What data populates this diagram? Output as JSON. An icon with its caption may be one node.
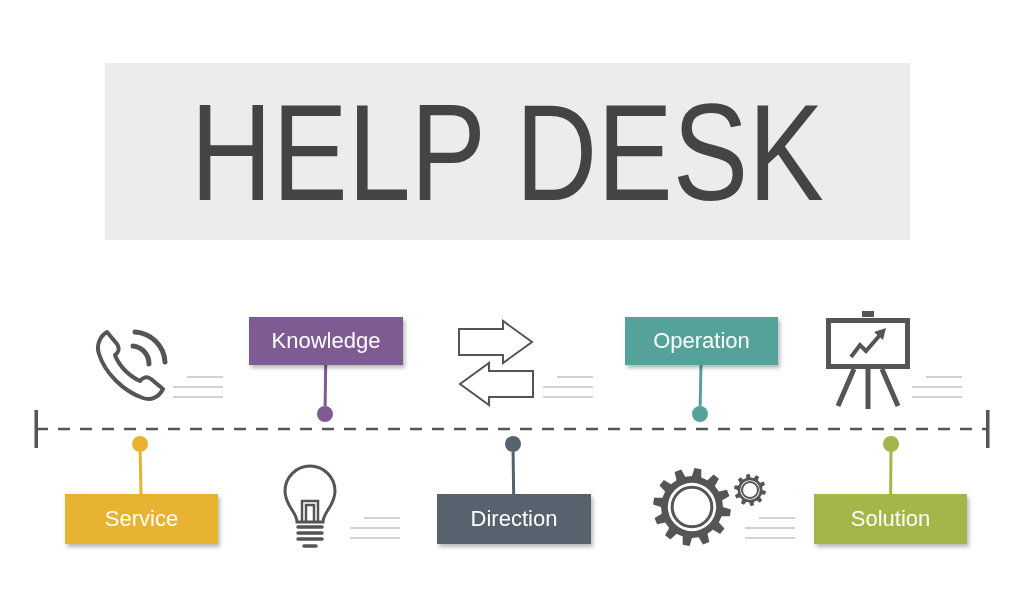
{
  "diagram": {
    "title": "HELP DESK",
    "nodes": [
      {
        "text": [
          "Service"
        ]
      },
      {
        "text": [],
        "shape": "circle"
      },
      {
        "text": [
          "Knowledge"
        ]
      },
      {
        "text": [],
        "shape": "circle"
      },
      {
        "text": [
          "Direction"
        ]
      },
      {
        "text": [],
        "shape": "circle"
      },
      {
        "text": [
          "Operation"
        ]
      },
      {
        "text": [],
        "shape": "circle"
      },
      {
        "text": [
          "Solution"
        ]
      },
      {
        "text": [],
        "shape": "circle"
      }
    ],
    "edges": [
      {
        "from": 0,
        "to": 1,
        "arrow": "none",
        "color": "#e8b330"
      },
      {
        "from": 2,
        "to": 3,
        "arrow": "none",
        "color": "#7e5b92"
      },
      {
        "from": 4,
        "to": 5,
        "arrow": "none",
        "color": "#56626e"
      },
      {
        "from": 6,
        "to": 7,
        "arrow": "none",
        "color": "#55a29a"
      },
      {
        "from": 8,
        "to": 9,
        "arrow": "none",
        "color": "#a4b54a"
      }
    ]
  }
}
